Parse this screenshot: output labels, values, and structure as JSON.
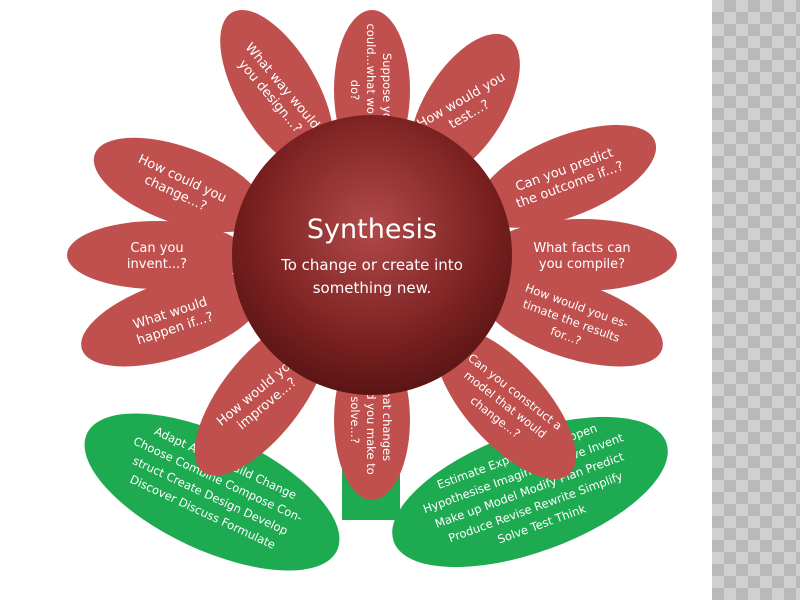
{
  "center": {
    "title": "Synthesis",
    "subtitle_line1": "To change or create into",
    "subtitle_line2": "something new."
  },
  "petals": [
    {
      "id": "suppose",
      "lines": [
        "Suppose    you",
        "could...what would you",
        "do?"
      ]
    },
    {
      "id": "test",
      "lines": [
        "How would you",
        "test...?"
      ]
    },
    {
      "id": "predict",
      "lines": [
        "Can you predict",
        "the outcome if...?"
      ]
    },
    {
      "id": "facts",
      "lines": [
        "What facts can",
        "you compile?"
      ]
    },
    {
      "id": "estimate",
      "lines": [
        "How would you es-",
        "timate the results",
        "for...?"
      ]
    },
    {
      "id": "model",
      "lines": [
        "Can you construct a",
        "model that would",
        "change...?"
      ]
    },
    {
      "id": "changes",
      "lines": [
        "What changes",
        "would you make to",
        "solve...?"
      ]
    },
    {
      "id": "improve",
      "lines": [
        "How would you",
        "improve...?"
      ]
    },
    {
      "id": "happen",
      "lines": [
        "What would",
        "happen if...?"
      ]
    },
    {
      "id": "invent",
      "lines": [
        "Can you",
        "invent...?"
      ]
    },
    {
      "id": "change",
      "lines": [
        "How could you",
        "change...?"
      ]
    },
    {
      "id": "design",
      "lines": [
        "What way would",
        "you design...?"
      ]
    }
  ],
  "leaves": {
    "left": [
      "Adapt Add to Build Change",
      "Choose Combine Compose Con-",
      "struct Create Design Develop",
      "Discover Discuss Formulate"
    ],
    "right": [
      "Estimate Experiment Happen",
      "Hypothesise Imagine Improve Invent",
      "Make up Model Modify Plan Predict",
      "Produce Revise Rewrite Simplify",
      "Solve Test Think"
    ]
  },
  "colors": {
    "petal": "#c0504d",
    "center": "#7a2020",
    "leaf": "#1daa50",
    "stem": "#1daa50"
  }
}
